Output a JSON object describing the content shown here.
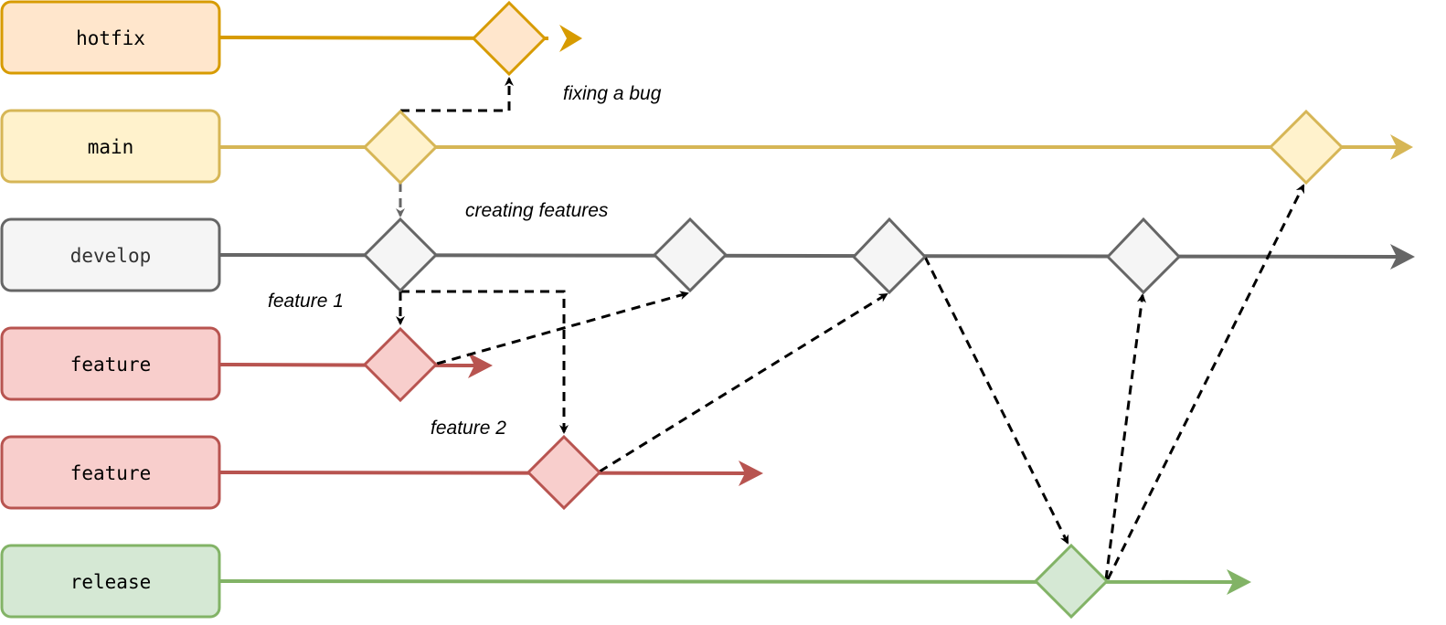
{
  "title": "Git flow branching diagram",
  "branches": [
    {
      "id": "hotfix",
      "label": "hotfix",
      "fill": "#ffe6cc",
      "stroke": "#d79b00",
      "text": "#000000"
    },
    {
      "id": "main",
      "label": "main",
      "fill": "#fff2cc",
      "stroke": "#d6b656",
      "text": "#000000"
    },
    {
      "id": "develop",
      "label": "develop",
      "fill": "#f5f5f5",
      "stroke": "#666666",
      "text": "#333333"
    },
    {
      "id": "feature1",
      "label": "feature",
      "fill": "#f8cecc",
      "stroke": "#b85450",
      "text": "#000000"
    },
    {
      "id": "feature2",
      "label": "feature",
      "fill": "#f8cecc",
      "stroke": "#b85450",
      "text": "#000000"
    },
    {
      "id": "release",
      "label": "release",
      "fill": "#d5e8d4",
      "stroke": "#82b366",
      "text": "#000000"
    }
  ],
  "notes": {
    "fixing_a_bug": "fixing a bug",
    "creating_features": "creating features",
    "feature_1": "feature 1",
    "feature_2": "feature 2"
  },
  "commits": [
    {
      "id": "hotfix-c1",
      "branch": "hotfix"
    },
    {
      "id": "main-c1",
      "branch": "main"
    },
    {
      "id": "main-c2",
      "branch": "main"
    },
    {
      "id": "develop-c1",
      "branch": "develop"
    },
    {
      "id": "develop-c2",
      "branch": "develop"
    },
    {
      "id": "develop-c3",
      "branch": "develop"
    },
    {
      "id": "develop-c4",
      "branch": "develop"
    },
    {
      "id": "feature1-c1",
      "branch": "feature1"
    },
    {
      "id": "feature2-c1",
      "branch": "feature2"
    },
    {
      "id": "release-c1",
      "branch": "release"
    }
  ],
  "connections": [
    {
      "from": "main-c1",
      "to": "hotfix-c1",
      "style": "dashed"
    },
    {
      "from": "main-c1",
      "to": "develop-c1",
      "style": "dashed"
    },
    {
      "from": "develop-c1",
      "to": "feature1-c1",
      "style": "dashed"
    },
    {
      "from": "develop-c1",
      "to": "feature2-c1",
      "style": "dashed"
    },
    {
      "from": "feature1-c1",
      "to": "develop-c2",
      "style": "dashed"
    },
    {
      "from": "feature2-c1",
      "to": "develop-c3",
      "style": "dashed"
    },
    {
      "from": "develop-c3",
      "to": "release-c1",
      "style": "dashed"
    },
    {
      "from": "release-c1",
      "to": "develop-c4",
      "style": "dashed"
    },
    {
      "from": "release-c1",
      "to": "main-c2",
      "style": "dashed"
    }
  ]
}
